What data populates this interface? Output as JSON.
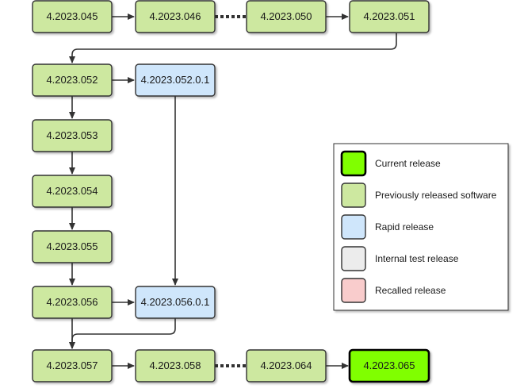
{
  "colors": {
    "current": "#80ff00",
    "previous": "#cde8a0",
    "rapid": "#cfe6fb",
    "internal": "#ececec",
    "recalled": "#f9cccc",
    "edge": "#333333"
  },
  "nodes": {
    "n045": {
      "label": "4.2023.045",
      "kind": "previous"
    },
    "n046": {
      "label": "4.2023.046",
      "kind": "previous"
    },
    "n050": {
      "label": "4.2023.050",
      "kind": "previous"
    },
    "n051": {
      "label": "4.2023.051",
      "kind": "previous"
    },
    "n052": {
      "label": "4.2023.052",
      "kind": "previous"
    },
    "n0520": {
      "label": "4.2023.052.0.1",
      "kind": "rapid"
    },
    "n053": {
      "label": "4.2023.053",
      "kind": "previous"
    },
    "n054": {
      "label": "4.2023.054",
      "kind": "previous"
    },
    "n055": {
      "label": "4.2023.055",
      "kind": "previous"
    },
    "n056": {
      "label": "4.2023.056",
      "kind": "previous"
    },
    "n0560": {
      "label": "4.2023.056.0.1",
      "kind": "rapid"
    },
    "n057": {
      "label": "4.2023.057",
      "kind": "previous"
    },
    "n058": {
      "label": "4.2023.058",
      "kind": "previous"
    },
    "n064": {
      "label": "4.2023.064",
      "kind": "previous"
    },
    "n065": {
      "label": "4.2023.065",
      "kind": "current"
    }
  },
  "legend": {
    "current": "Current release",
    "previous": "Previously released software",
    "rapid": "Rapid release",
    "internal": "Internal test release",
    "recalled": "Recalled release"
  }
}
